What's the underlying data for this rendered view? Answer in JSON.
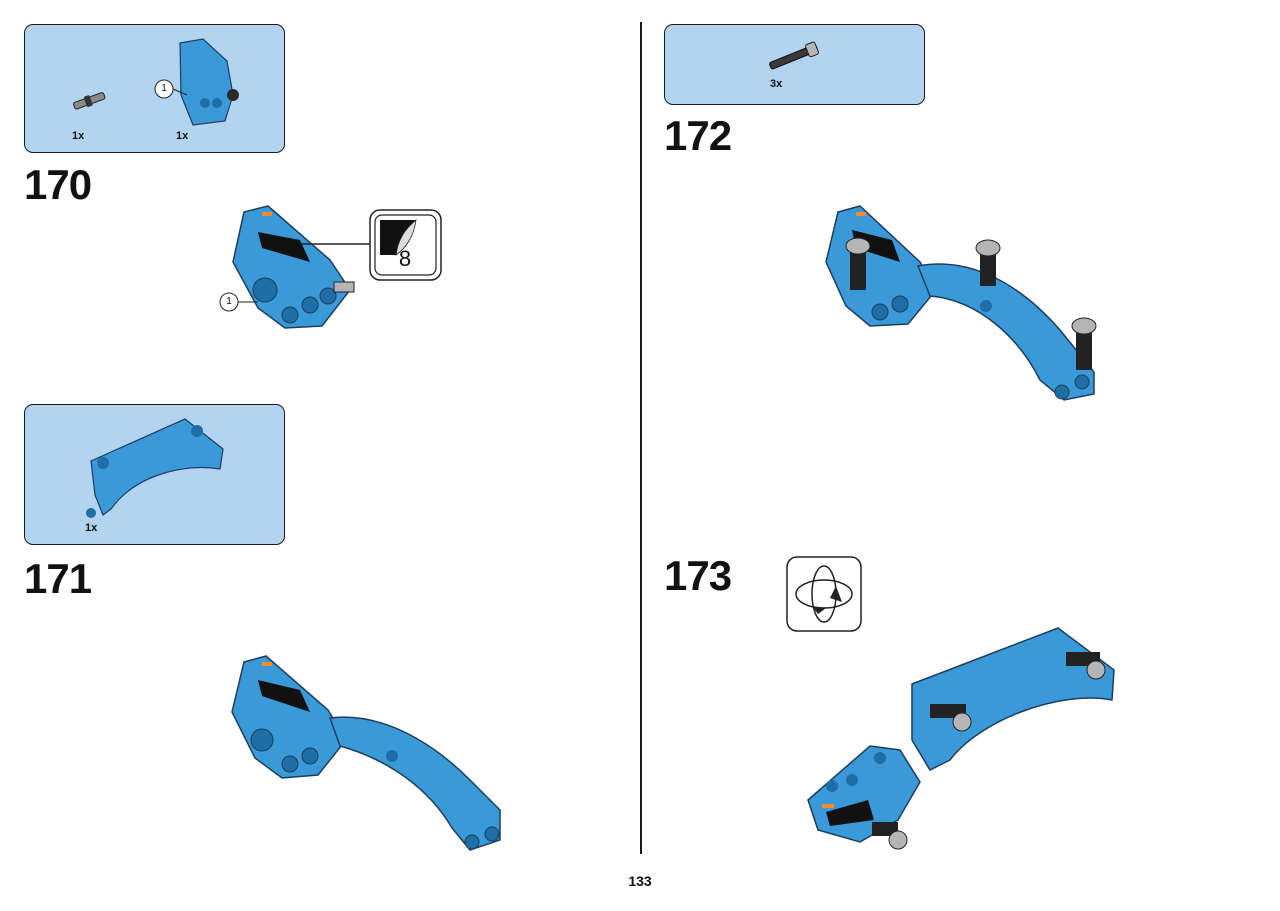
{
  "page_number": "133",
  "colors": {
    "parts_box": "#b3d4f1",
    "brick_blue": "#3a9ad9",
    "brick_dark": "#1f6ea5",
    "pin_grey": "#b5b5b5",
    "orange_tile": "#f28c28"
  },
  "steps": [
    {
      "number": "170",
      "parts": [
        {
          "qty": "1x",
          "icon": "short-axle-pin-icon"
        },
        {
          "qty": "1x",
          "icon": "blue-panel-icon"
        }
      ],
      "callouts": [
        "1"
      ],
      "sticker": {
        "number": "8",
        "icon": "sticker-icon"
      }
    },
    {
      "number": "171",
      "parts": [
        {
          "qty": "1x",
          "icon": "blue-arch-icon"
        }
      ]
    },
    {
      "number": "172",
      "parts": [
        {
          "qty": "3x",
          "icon": "long-pin-icon"
        }
      ]
    },
    {
      "number": "173",
      "rotate_icon": "rotate-model-icon"
    }
  ]
}
